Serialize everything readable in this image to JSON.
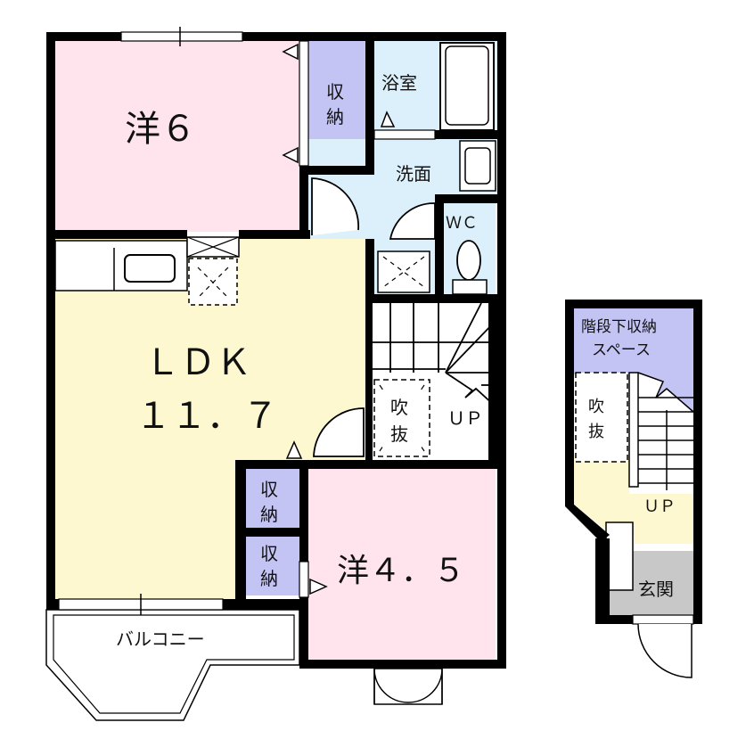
{
  "colors": {
    "western_room": "#ffe4ee",
    "storage": "#c4c4f4",
    "water": "#dcf0fb",
    "ldk": "#fdf8cf",
    "entrance": "#c8c8c8",
    "wall": "#000000",
    "fixture": "#ffffff"
  },
  "rooms": {
    "western6": {
      "label": "洋６"
    },
    "storage_top": {
      "label1": "収",
      "label2": "納"
    },
    "bath": {
      "label": "浴室"
    },
    "washroom": {
      "label": "洗面"
    },
    "wc": {
      "label": "ＷＣ"
    },
    "ldk": {
      "label1": "ＬＤＫ",
      "label2": "１１．７"
    },
    "void_main": {
      "label1": "吹",
      "label2": "抜"
    },
    "stairs_main": {
      "label": "ＵＰ"
    },
    "storage_mid": {
      "label1": "収",
      "label2": "納"
    },
    "storage_low": {
      "label1": "収",
      "label2": "納"
    },
    "western45": {
      "label": "洋４．５"
    },
    "balcony": {
      "label": "バルコニー"
    }
  },
  "first_floor": {
    "under_stair_storage": {
      "label1": "階段下収納",
      "label2": "スペース"
    },
    "void": {
      "label1": "吹",
      "label2": "抜"
    },
    "stairs": {
      "label": "ＵＰ"
    },
    "entrance": {
      "label": "玄関"
    }
  }
}
